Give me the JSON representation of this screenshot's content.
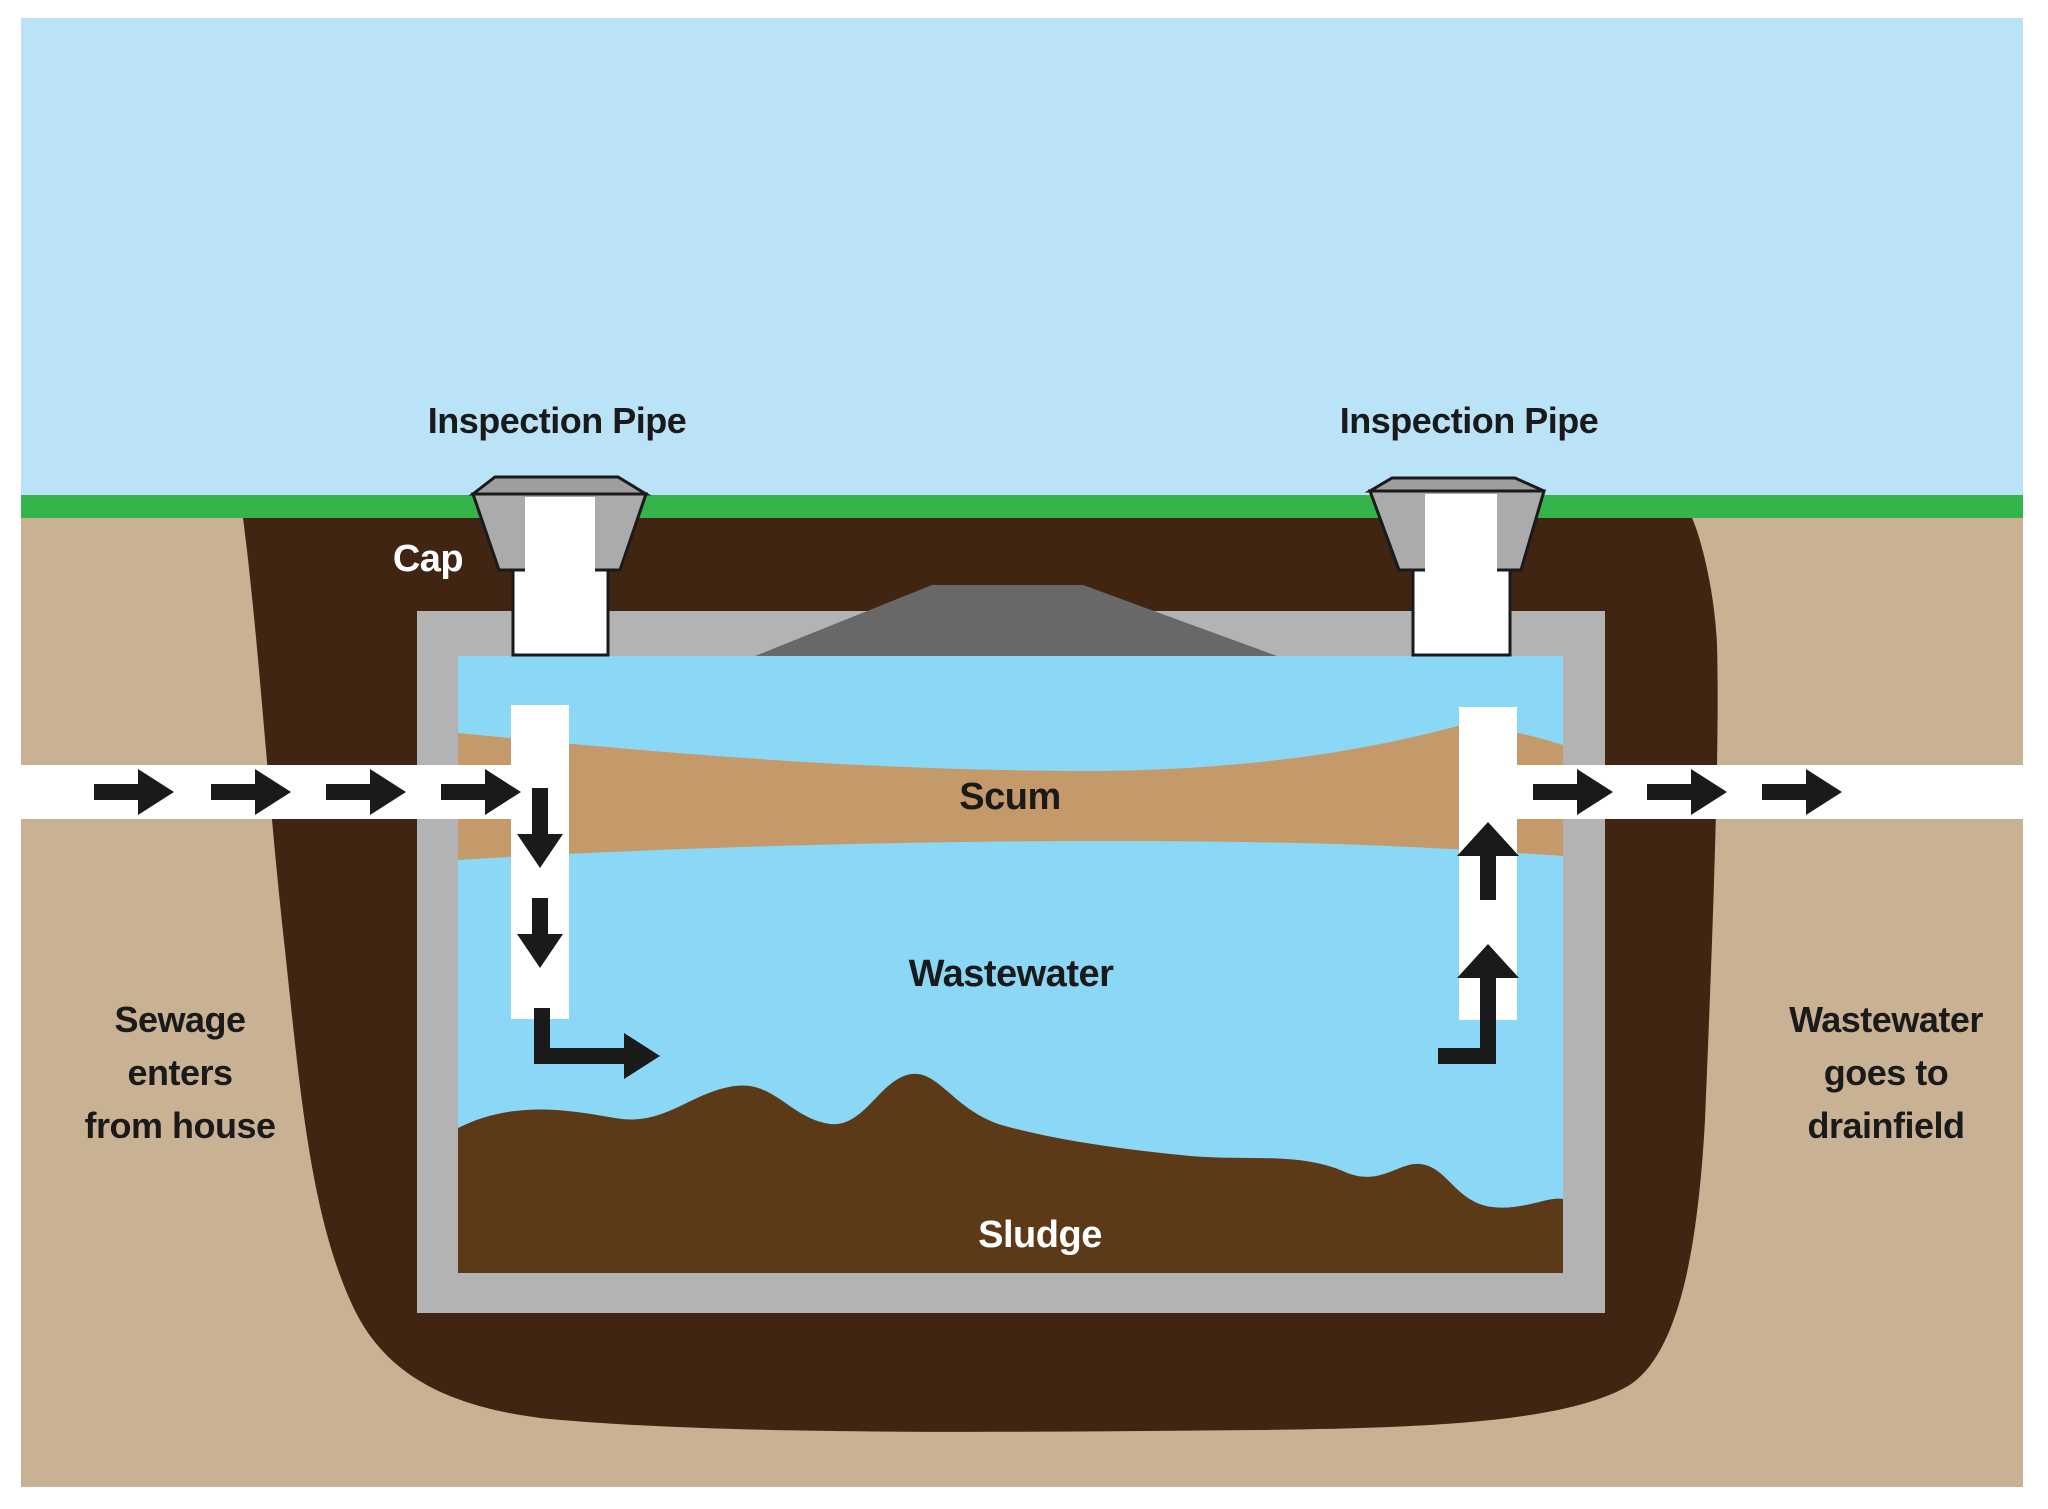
{
  "diagram": {
    "subject": "septic-tank-cross-section",
    "labels": {
      "inspection_pipe_left": "Inspection Pipe",
      "inspection_pipe_right": "Inspection Pipe",
      "cap": "Cap",
      "scum": "Scum",
      "wastewater": "Wastewater",
      "sludge": "Sludge",
      "inlet": {
        "line1": "Sewage",
        "line2": "enters",
        "line3": "from house"
      },
      "outlet": {
        "line1": "Wastewater",
        "line2": "goes to",
        "line3": "drainfield"
      }
    },
    "colors": {
      "sky": "#bae3f7",
      "grass": "#35b44b",
      "soil": "#c9b294",
      "excavation": "#402512",
      "tank_wall": "#b3b3b3",
      "access_hatch": "#686868",
      "water": "#8ad8f6",
      "scum": "#c59a6b",
      "sludge": "#5c3a17",
      "pipe": "#ffffff",
      "arrow": "#1a1a1a",
      "cap_top": "#9e9e9e",
      "cap_body": "#ababab",
      "label_dark": "#1a1a1a",
      "label_light": "#ffffff",
      "frame": "#ffffff"
    }
  }
}
